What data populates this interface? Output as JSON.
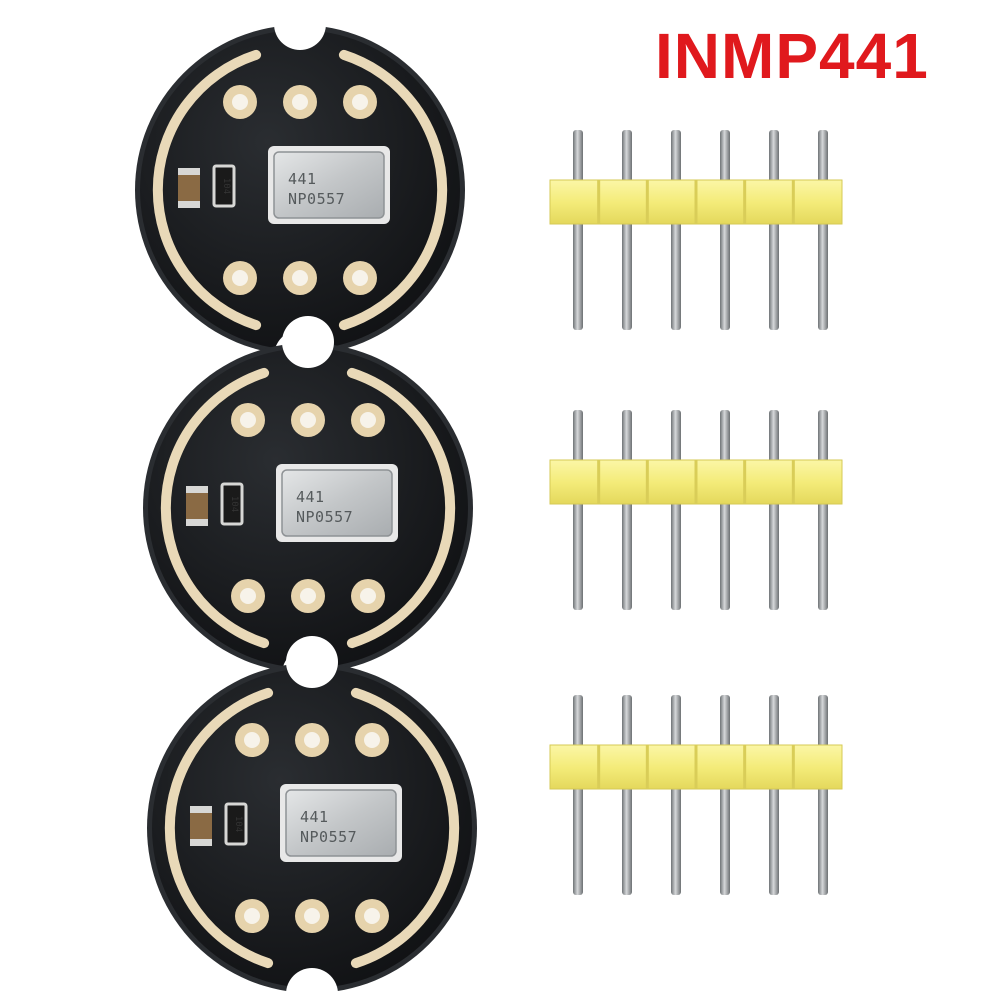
{
  "title": "INMP441",
  "colors": {
    "title": "#e0191d",
    "pcb": "#15171a",
    "pcb_edge": "#2a2d31",
    "silkscreen_ring": "#e9d9b8",
    "pad_gold": "#e6d3ac",
    "header_plastic": "#f4ec7a",
    "pin_metal": "#8f9396",
    "mic_can": "#c9cbcc"
  },
  "mic_chip": {
    "line1": "441",
    "line2": "NP0557"
  },
  "resistor_marking": "104",
  "modules": [
    {
      "id": "module-1"
    },
    {
      "id": "module-2"
    },
    {
      "id": "module-3"
    }
  ],
  "headers": [
    {
      "id": "header-1",
      "pin_count": 6
    },
    {
      "id": "header-2",
      "pin_count": 6
    },
    {
      "id": "header-3",
      "pin_count": 6
    }
  ]
}
